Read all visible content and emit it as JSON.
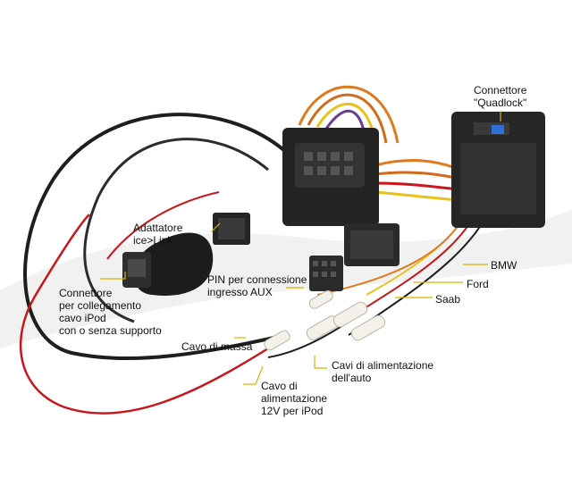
{
  "labels": {
    "quadlock": "Connettore\n\"Quadlock\"",
    "bmw": "BMW",
    "ford": "Ford",
    "saab": "Saab",
    "adattatore": "Adattatore\nice>Link",
    "pin_aux": "PIN per connessione\ningresso AUX",
    "connettore_ipod": "Connettore\nper collegamento\ncavo iPod\ncon o senza supporto",
    "cavo_massa": "Cavo di massa",
    "cavi_alimentazione_auto": "Cavi di alimentazione\ndell'auto",
    "cavo_alimentazione_ipod": "Cavo di\nalimentazione\n12V per iPod"
  },
  "colors": {
    "leader": "#d9b400",
    "cable_black": "#1e1e1e",
    "cable_red": "#c8161d",
    "cable_orange": "#e07a1f",
    "cable_yellow": "#e7c21a",
    "cable_purple": "#6a3f8e",
    "connector": "#2a2a2a",
    "watermark": "#eeeeee"
  }
}
